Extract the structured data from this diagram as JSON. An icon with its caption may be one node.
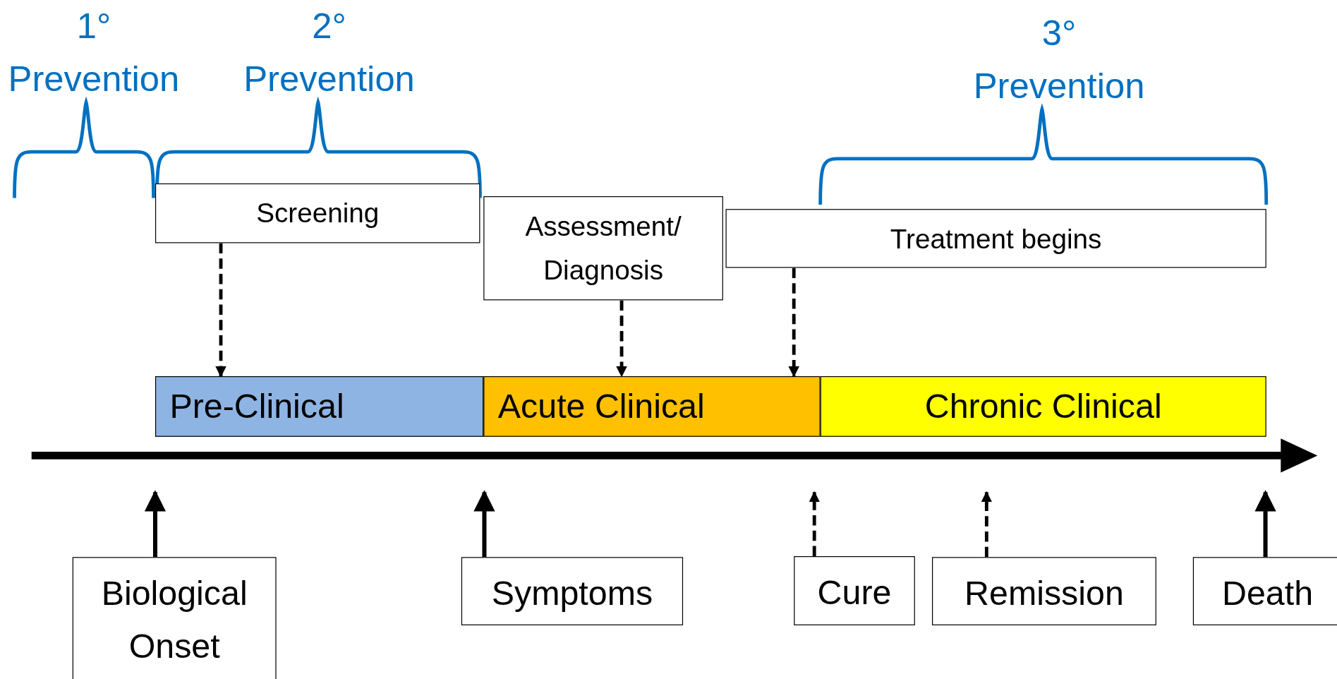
{
  "diagram": {
    "nodes": [
      {
        "text": [
          "Screening"
        ]
      },
      {
        "text": [
          "Assessment/ Diagnosis"
        ]
      },
      {
        "text": [
          "Treatment begins"
        ]
      },
      {
        "text": [
          "Pre-Clinical"
        ]
      },
      {
        "text": [
          "Acute Clinical"
        ]
      },
      {
        "text": [
          "Chronic Clinical"
        ]
      },
      {
        "text": [
          "Biological Onset"
        ]
      },
      {
        "text": [
          "Symptoms"
        ]
      },
      {
        "text": [
          "Cure"
        ]
      },
      {
        "text": [
          "Remission"
        ]
      },
      {
        "text": [
          "Death"
        ]
      }
    ],
    "edges": [
      {
        "from": 0,
        "to": 3,
        "arrow": "to",
        "style": "dashed"
      },
      {
        "from": 1,
        "to": 4,
        "arrow": "to",
        "style": "dashed"
      },
      {
        "from": 2,
        "to": 4,
        "arrow": "to",
        "style": "dashed"
      },
      {
        "from": 6,
        "to": null,
        "arrow": "to"
      },
      {
        "from": 7,
        "to": null,
        "arrow": "to"
      },
      {
        "from": 8,
        "to": null,
        "arrow": "to",
        "style": "dashed"
      },
      {
        "from": 9,
        "to": null,
        "arrow": "to",
        "style": "dashed"
      },
      {
        "from": 10,
        "to": null,
        "arrow": "to"
      }
    ],
    "labels": [
      "1° Prevention",
      "2° Prevention",
      "3° Prevention"
    ]
  }
}
